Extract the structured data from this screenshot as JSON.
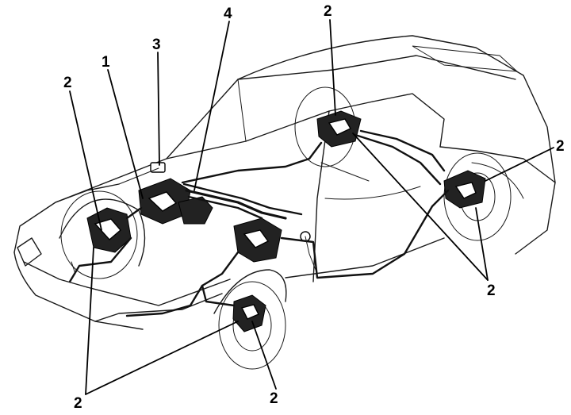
{
  "callouts": {
    "c1": "1",
    "c2_front_left": "2",
    "c2_rear_top": "2",
    "c2_rear_right": "2",
    "c2_right_lower": "2",
    "c2_front_right": "2",
    "c2_bottom_left": "2",
    "c3": "3",
    "c4": "4"
  },
  "colors": {
    "ink": "#111111",
    "paper": "#ffffff"
  }
}
